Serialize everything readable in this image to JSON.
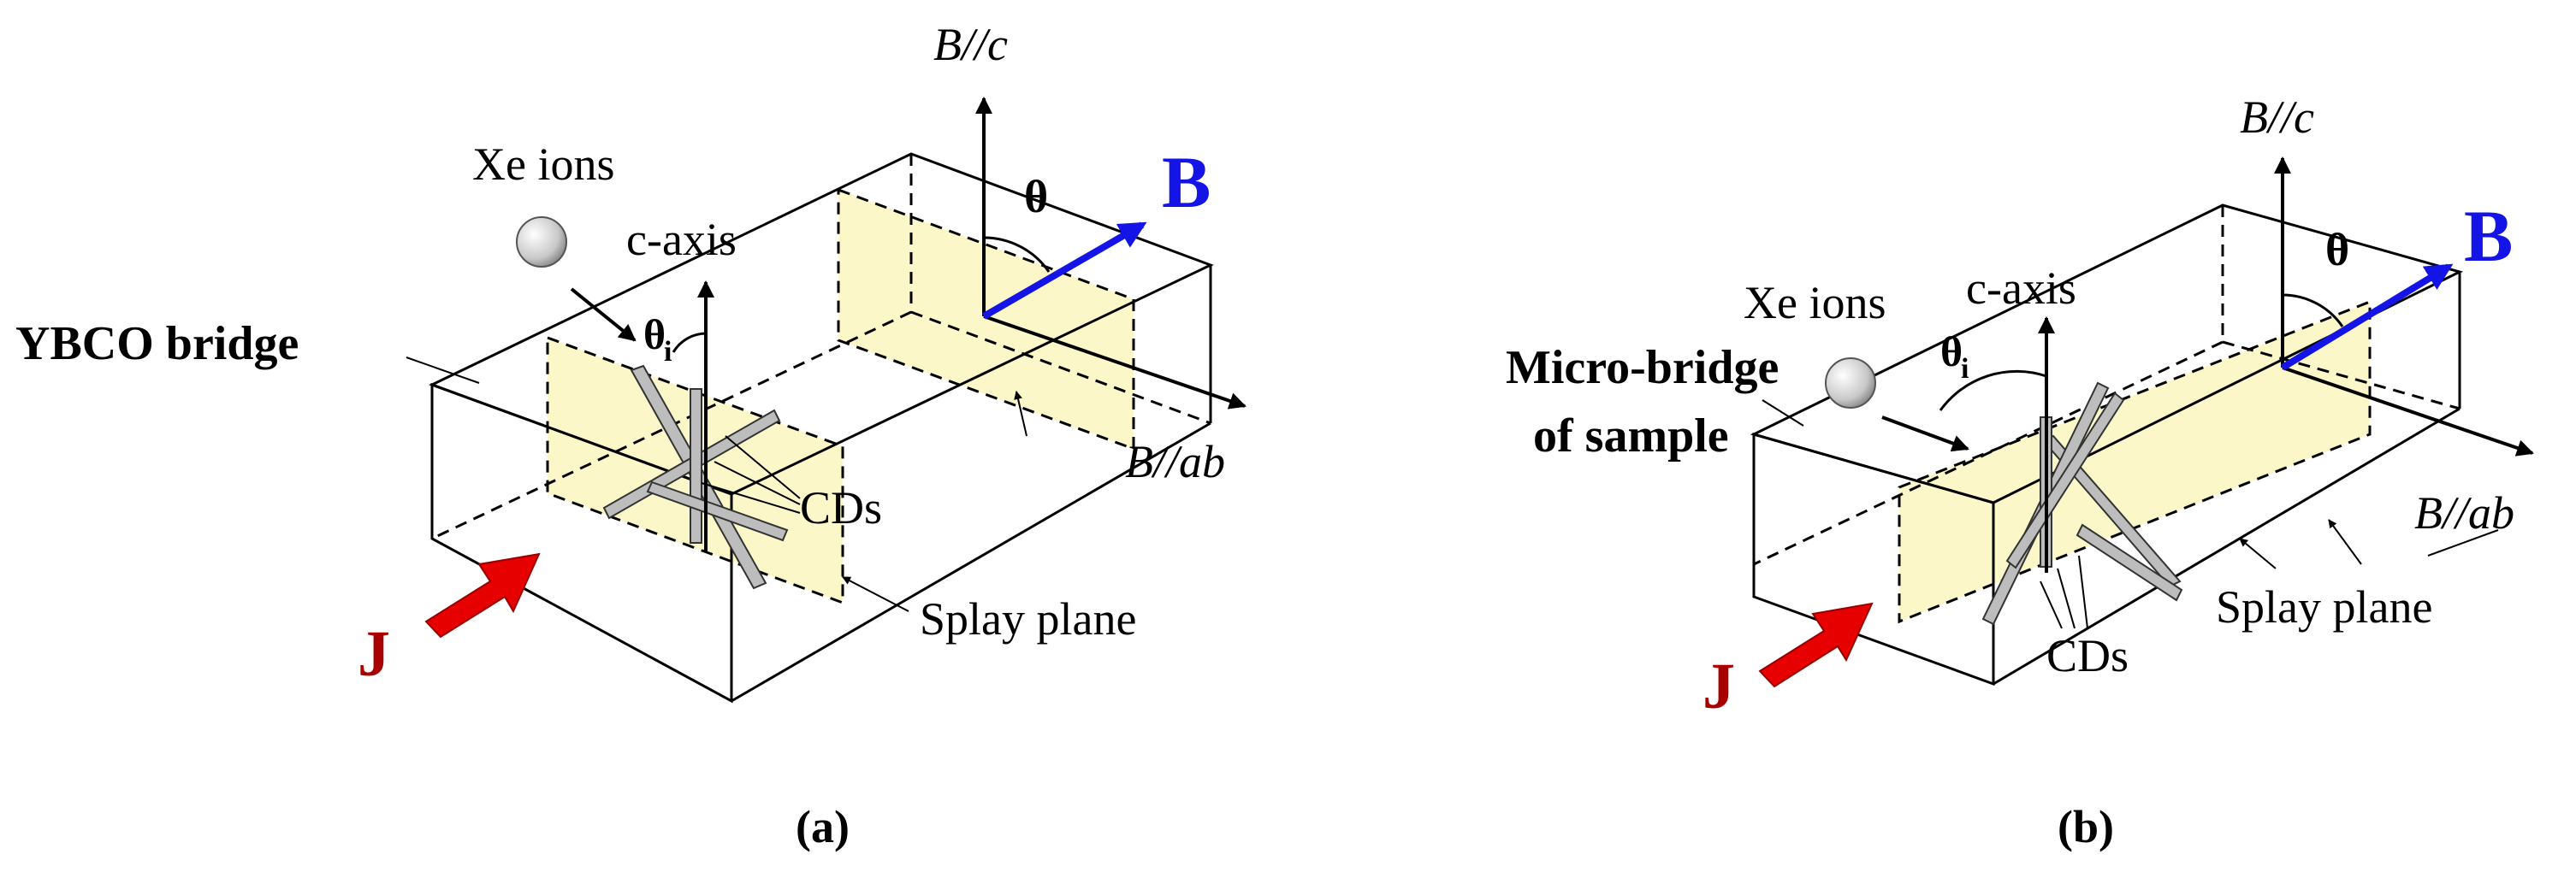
{
  "panel_a": {
    "axis_c": "B//c",
    "axis_ab": "B//ab",
    "angle": "θ",
    "field": "B",
    "ions": "Xe ions",
    "c_axis": "c-axis",
    "theta_i": "θ",
    "theta_i_sub": "i",
    "sample": "YBCO bridge",
    "cds": "CDs",
    "splay": "Splay plane",
    "current": "J",
    "caption": "(a)"
  },
  "panel_b": {
    "axis_c": "B//c",
    "axis_ab": "B//ab",
    "angle": "θ",
    "field": "B",
    "ions": "Xe ions",
    "c_axis": "c-axis",
    "theta_i": "θ",
    "theta_i_sub": "i",
    "sample_line1": "Micro-bridge",
    "sample_line2": "of sample",
    "cds": "CDs",
    "splay": "Splay plane",
    "current": "J",
    "caption": "(b)"
  },
  "colors": {
    "field_arrow": "#1414e6",
    "current_arrow": "#e60000",
    "current_label": "#a80000",
    "splay_fill": "#fbf7c9",
    "cd_rod": "#bdbdbd"
  }
}
